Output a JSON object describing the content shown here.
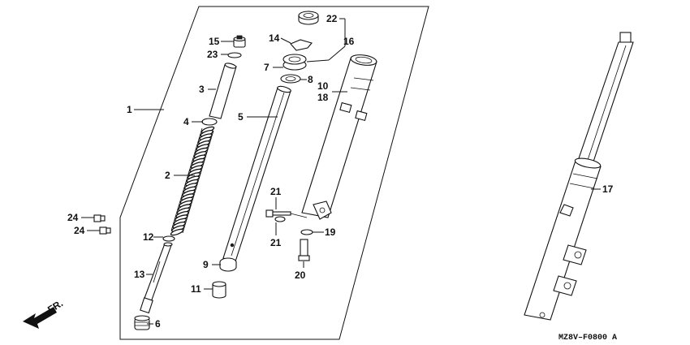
{
  "callouts": {
    "c1": "1",
    "c2": "2",
    "c3": "3",
    "c4": "4",
    "c5": "5",
    "c6": "6",
    "c7": "7",
    "c8": "8",
    "c9": "9",
    "c10": "10",
    "c11": "11",
    "c12": "12",
    "c13": "13",
    "c14": "14",
    "c15": "15",
    "c16": "16",
    "c17": "17",
    "c18": "18",
    "c19": "19",
    "c20": "20",
    "c21a": "21",
    "c21b": "21",
    "c22": "22",
    "c23": "23",
    "c24a": "24",
    "c24b": "24"
  },
  "direction_label": "FR.",
  "diagram_code": "MZ8V–F0800 A"
}
